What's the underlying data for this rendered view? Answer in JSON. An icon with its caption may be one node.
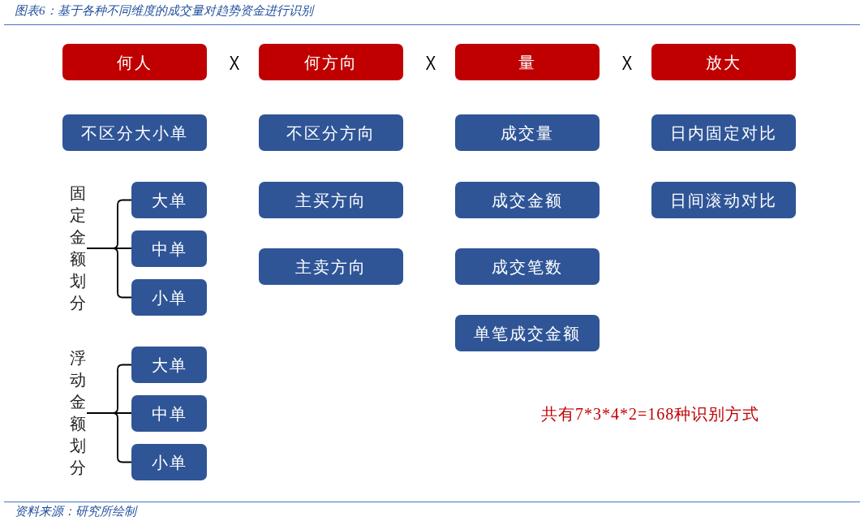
{
  "diagram": {
    "title": "图表6：基于各种不同维度的成交量对趋势资金进行识别",
    "caption": "资料来源：研究所绘制",
    "nodes": [
      {
        "text": [
          "何人"
        ]
      },
      {
        "text": [
          "何方向"
        ]
      },
      {
        "text": [
          "量"
        ]
      },
      {
        "text": [
          "放大"
        ]
      },
      {
        "text": [
          "不区分大小单"
        ]
      },
      {
        "text": [
          "固定金额划分"
        ]
      },
      {
        "text": [
          "大单"
        ]
      },
      {
        "text": [
          "中单"
        ]
      },
      {
        "text": [
          "小单"
        ]
      },
      {
        "text": [
          "浮动金额划分"
        ]
      },
      {
        "text": [
          "大单"
        ]
      },
      {
        "text": [
          "中单"
        ]
      },
      {
        "text": [
          "小单"
        ]
      },
      {
        "text": [
          "不区分方向"
        ]
      },
      {
        "text": [
          "主买方向"
        ]
      },
      {
        "text": [
          "主卖方向"
        ]
      },
      {
        "text": [
          "成交量"
        ]
      },
      {
        "text": [
          "成交金额"
        ]
      },
      {
        "text": [
          "成交笔数"
        ]
      },
      {
        "text": [
          "单笔成交金额"
        ]
      },
      {
        "text": [
          "日内固定对比"
        ]
      },
      {
        "text": [
          "日间滚动对比"
        ]
      }
    ],
    "edges": [
      {
        "from": 5,
        "to": 6,
        "arrow": "none"
      },
      {
        "from": 5,
        "to": 7,
        "arrow": "none"
      },
      {
        "from": 5,
        "to": 8,
        "arrow": "none"
      },
      {
        "from": 9,
        "to": 10,
        "arrow": "none"
      },
      {
        "from": 9,
        "to": 11,
        "arrow": "none"
      },
      {
        "from": 9,
        "to": 12,
        "arrow": "none"
      }
    ],
    "labels": [
      "X",
      "X",
      "X",
      "共有7*3*4*2=168种识别方式"
    ]
  }
}
